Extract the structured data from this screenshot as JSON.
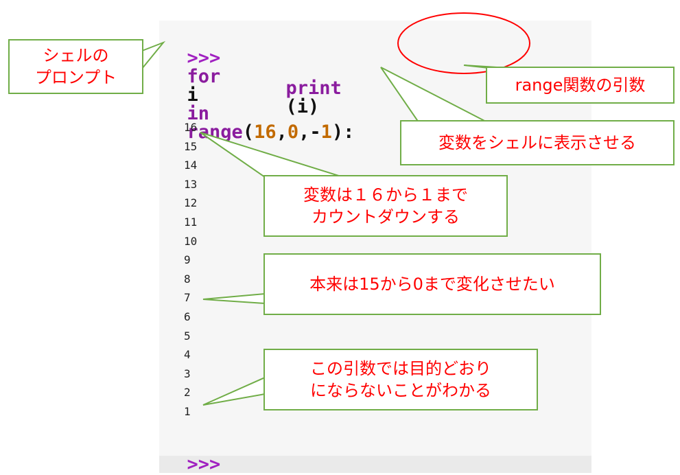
{
  "code": {
    "prompt1": ">>>",
    "line1_for": "for",
    "line1_i": "i",
    "line1_in": "in",
    "line1_range": "range",
    "line1_open": "(",
    "line1_arg1": "16",
    "line1_comma1": ",",
    "line1_arg2": "0",
    "line1_comma2": ",-",
    "line1_arg3": "1",
    "line1_close": "):",
    "line2_print": "print",
    "line2_args": "(i)",
    "prompt2": ">>>"
  },
  "output": [
    "16",
    "15",
    "14",
    "13",
    "12",
    "11",
    "10",
    "9",
    "8",
    "7",
    "6",
    "5",
    "4",
    "3",
    "2",
    "1"
  ],
  "callouts": {
    "shell_prompt": [
      "シェルの",
      "プロンプト"
    ],
    "range_args": "range関数の引数",
    "print_var": "変数をシェルに表示させる",
    "countdown": [
      "変数は１６から１まで",
      "カウントダウンする"
    ],
    "intended": "本来は15から0まで変化させたい",
    "not_intended": [
      "この引数では目的どおり",
      "にならないことがわかる"
    ]
  },
  "colors": {
    "callout_border": "#70ad47",
    "callout_text": "#ff0000",
    "ellipse": "#ff0000",
    "prompt": "#a020c0",
    "keyword": "#8a1c9e",
    "number": "#c26a00"
  }
}
